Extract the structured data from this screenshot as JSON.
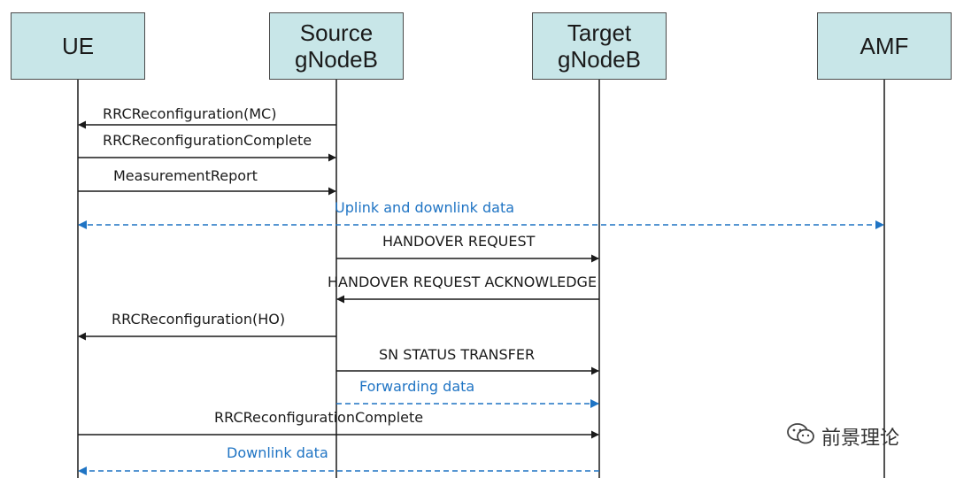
{
  "entities": [
    {
      "id": "ue",
      "label": "UE"
    },
    {
      "id": "source",
      "label": "Source\ngNodeB"
    },
    {
      "id": "target",
      "label": "Target\ngNodeB"
    },
    {
      "id": "amf",
      "label": "AMF"
    }
  ],
  "messages": [
    {
      "label": "RRCReconfiguration(MC)",
      "from": "source",
      "to": "ue",
      "style": "solid"
    },
    {
      "label": "RRCReconfigurationComplete",
      "from": "ue",
      "to": "source",
      "style": "solid"
    },
    {
      "label": "MeasurementReport",
      "from": "ue",
      "to": "source",
      "style": "solid"
    },
    {
      "label": "Uplink and downlink data",
      "from": "ue",
      "to": "amf",
      "style": "dashed-bidirectional"
    },
    {
      "label": "HANDOVER REQUEST",
      "from": "source",
      "to": "target",
      "style": "solid"
    },
    {
      "label": "HANDOVER REQUEST ACKNOWLEDGE",
      "from": "target",
      "to": "source",
      "style": "solid"
    },
    {
      "label": "RRCReconfiguration(HO)",
      "from": "source",
      "to": "ue",
      "style": "solid"
    },
    {
      "label": "SN STATUS TRANSFER",
      "from": "source",
      "to": "target",
      "style": "solid"
    },
    {
      "label": "Forwarding data",
      "from": "source",
      "to": "target",
      "style": "dashed"
    },
    {
      "label": "RRCReconfigurationComplete",
      "from": "ue",
      "to": "target",
      "style": "solid"
    },
    {
      "label": "Downlink data",
      "from": "target",
      "to": "ue",
      "style": "dashed"
    }
  ],
  "colors": {
    "entity_fill": "#c8e6e8",
    "line": "#1a1a1a",
    "data_flow": "#1f74c4"
  },
  "watermark": {
    "text": "前景理论",
    "icon": "wechat-icon"
  }
}
